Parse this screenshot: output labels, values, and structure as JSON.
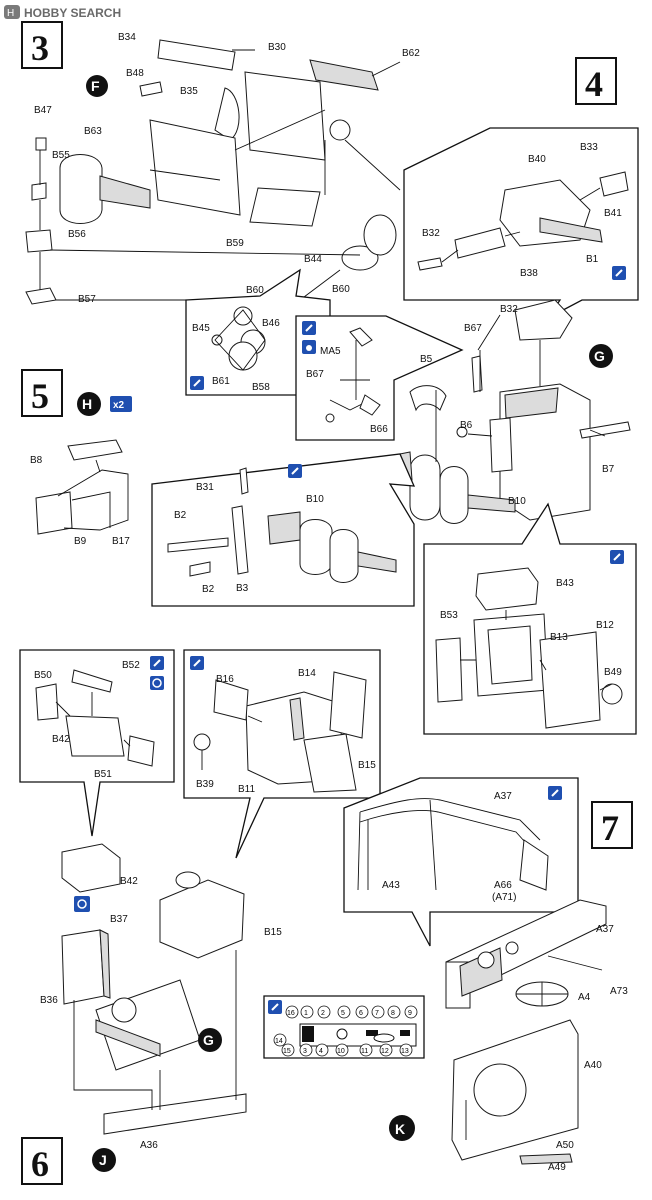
{
  "watermark": {
    "text": "HOBBY SEARCH"
  },
  "steps": {
    "s3": "3",
    "s4": "4",
    "s5": "5",
    "s6": "6",
    "s7": "7"
  },
  "subassemblies": {
    "F": "F",
    "G": "G",
    "H": "H",
    "J": "J",
    "K": "K",
    "G_ref": "G"
  },
  "badges": {
    "x2": "x2"
  },
  "circle_numbers": [
    "16",
    "1",
    "2",
    "5",
    "6",
    "7",
    "8",
    "9",
    "14",
    "15",
    "3",
    "4",
    "10",
    "11",
    "12",
    "13"
  ],
  "labels": {
    "B34": "B34",
    "B30": "B30",
    "B62": "B62",
    "B48": "B48",
    "B35": "B35",
    "B47": "B47",
    "B55": "B55",
    "B63": "B63",
    "B56": "B56",
    "B57": "B57",
    "B59": "B59",
    "B44": "B44",
    "B60a": "B60",
    "B60b": "B60",
    "B45": "B45",
    "B46": "B46",
    "B61": "B61",
    "B58": "B58",
    "B33": "B33",
    "B40": "B40",
    "B41": "B41",
    "B32a": "B32",
    "B38": "B38",
    "B1": "B1",
    "B32b": "B32",
    "B67a": "B67",
    "MA5": "MA5",
    "B67b": "B67",
    "B66": "B66",
    "B5": "B5",
    "B6": "B6",
    "B7": "B7",
    "B10a": "B10",
    "B10b": "B10",
    "B31": "B31",
    "B2a": "B2",
    "B2b": "B2",
    "B3": "B3",
    "B8": "B8",
    "B9": "B9",
    "B17": "B17",
    "B43": "B43",
    "B53": "B53",
    "B13": "B13",
    "B12": "B12",
    "B49": "B49",
    "B50": "B50",
    "B52": "B52",
    "B42a": "B42",
    "B51": "B51",
    "B16": "B16",
    "B14": "B14",
    "B39": "B39",
    "B11": "B11",
    "B15a": "B15",
    "B42b": "B42",
    "B15b": "B15",
    "B37": "B37",
    "B36": "B36",
    "A36": "A36",
    "A37a": "A37",
    "A43": "A43",
    "A66": "A66",
    "A71": "(A71)",
    "A37b": "A37",
    "A73": "A73",
    "A4": "A4",
    "A40": "A40",
    "A50": "A50",
    "A49": "A49"
  },
  "colors": {
    "ink": "#111111",
    "paint_blue": "#1f4fb0",
    "part_fill": "#dcdcdc"
  }
}
